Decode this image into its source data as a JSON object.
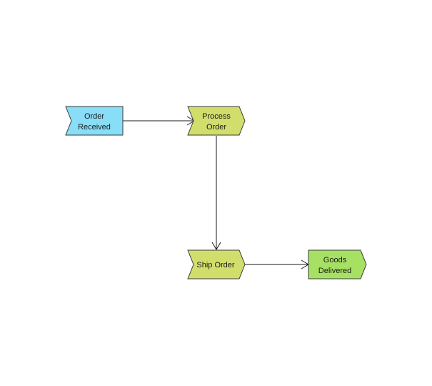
{
  "diagram": {
    "nodes": [
      {
        "id": "order-received",
        "shape": "event",
        "label_lines": [
          "Order",
          "Received"
        ],
        "fill": "#88DDF7"
      },
      {
        "id": "process-order",
        "shape": "process",
        "label_lines": [
          "Process",
          "Order"
        ],
        "fill": "#D1DE6C"
      },
      {
        "id": "ship-order",
        "shape": "process",
        "label_lines": [
          "Ship Order"
        ],
        "fill": "#D1DE6C"
      },
      {
        "id": "goods-delivered",
        "shape": "event",
        "label_lines": [
          "Goods",
          "Delivered"
        ],
        "fill": "#A6E163"
      }
    ],
    "edges": [
      {
        "from": "order-received",
        "to": "process-order"
      },
      {
        "from": "process-order",
        "to": "ship-order"
      },
      {
        "from": "ship-order",
        "to": "goods-delivered"
      }
    ],
    "colors": {
      "stroke": "#3a3a3a",
      "edge": "#1a1a1a"
    }
  }
}
